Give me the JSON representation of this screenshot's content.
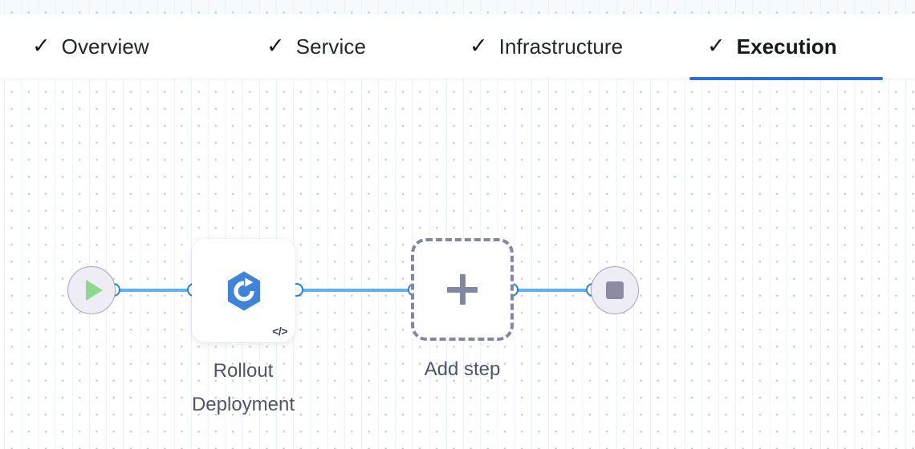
{
  "canvas": {
    "background_color": "#ffffff",
    "dot_color": "#c3c9d4",
    "stripe_color": "#e1eefa",
    "top_strip_color": "#f6fafd"
  },
  "tabbar": {
    "accent_color": "#2f6fd0",
    "check_glyph": "✓",
    "tabs": [
      {
        "id": "overview",
        "label": "Overview",
        "completed": true,
        "active": false
      },
      {
        "id": "service",
        "label": "Service",
        "completed": true,
        "active": false
      },
      {
        "id": "infrastructure",
        "label": "Infrastructure",
        "completed": true,
        "active": false
      },
      {
        "id": "execution",
        "label": "Execution",
        "completed": true,
        "active": true
      }
    ]
  },
  "flow": {
    "edge_color": "#5cb3f0",
    "port_border_color": "#2b7fd4",
    "nodes": {
      "start": {
        "icon": "play-icon",
        "icon_color": "#8cd98c",
        "fill": "#eeecf4"
      },
      "step": {
        "label": "Rollout\nDeployment",
        "icon": "rollout-deployment-icon",
        "icon_color": "#3f84da",
        "badge_glyph": "</>",
        "badge_name": "code-icon"
      },
      "add": {
        "label": "Add step",
        "icon": "plus-icon",
        "icon_color": "#8287a3"
      },
      "end": {
        "icon": "stop-icon",
        "icon_color": "#8d8ba2",
        "fill": "#eeecf4"
      }
    },
    "edges": [
      {
        "from": "start",
        "to": "step"
      },
      {
        "from": "step",
        "to": "add"
      },
      {
        "from": "add",
        "to": "end"
      }
    ]
  }
}
